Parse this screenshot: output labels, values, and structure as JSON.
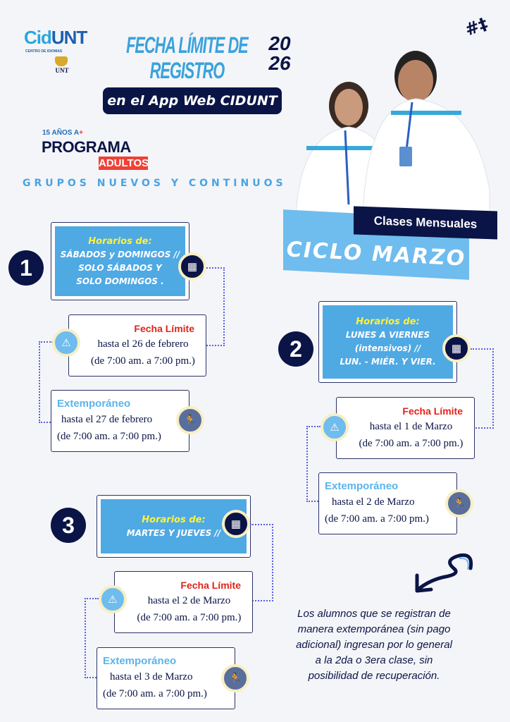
{
  "header": {
    "logo": {
      "brand_a": "Cid",
      "brand_b": "UNT",
      "subtitle": "CENTRO DE IDIOMAS",
      "university": "UNT"
    },
    "title": "FECHA LÍMITE DE REGISTRO",
    "year_top": "20",
    "year_bottom": "26",
    "pill": "en el App Web CIDUNT"
  },
  "program": {
    "anniversary": "15 AÑOS A",
    "plus": "+",
    "name": "PROGRAMA",
    "audience": "ADULTOS",
    "groups": "GRUPOS NUEVOS Y CONTINUOS"
  },
  "banner": {
    "subtitle": "Clases Mensuales",
    "title": "CICLO MARZO"
  },
  "schedules": [
    {
      "number": "1",
      "heading": "Horarios de:",
      "lines": [
        "SÁBADOS y DOMINGOS //",
        "SOLO SÁBADOS Y",
        "SOLO DOMINGOS ."
      ],
      "deadline": {
        "label": "Fecha Límite",
        "date": "hasta el 26 de febrero",
        "hours": "(de 7:00 am. a 7:00 pm.)"
      },
      "late": {
        "label": "Extemporáneo",
        "date": "hasta el 27 de febrero",
        "hours": "(de 7:00 am. a 7:00 pm.)"
      }
    },
    {
      "number": "2",
      "heading": "Horarios de:",
      "lines": [
        "LUNES A VIERNES",
        "(intensivos) //",
        "LUN. - MIÉR. Y VIER."
      ],
      "deadline": {
        "label": "Fecha Límite",
        "date": "hasta el 1 de Marzo",
        "hours": "(de 7:00 am. a 7:00 pm.)"
      },
      "late": {
        "label": "Extemporáneo",
        "date": "hasta el 2 de Marzo",
        "hours": "(de 7:00 am. a 7:00 pm.)"
      }
    },
    {
      "number": "3",
      "heading": "Horarios de:",
      "lines": [
        "MARTES Y JUEVES //"
      ],
      "deadline": {
        "label": "Fecha Límite",
        "date": "hasta el 2 de Marzo",
        "hours": "(de 7:00 am. a 7:00 pm.)"
      },
      "late": {
        "label": "Extemporáneo",
        "date": "hasta el 3 de Marzo",
        "hours": "(de 7:00 am. a 7:00 pm.)"
      }
    }
  ],
  "note": "Los alumnos que se registran de manera extemporánea (sin pago adicional) ingresan por lo general a la 2da o 3era clase, sin posibilidad de recuperación.",
  "colors": {
    "navy": "#0b1446",
    "sky": "#4fa9e3",
    "red": "#e2231a",
    "yellow": "#fff23a"
  }
}
